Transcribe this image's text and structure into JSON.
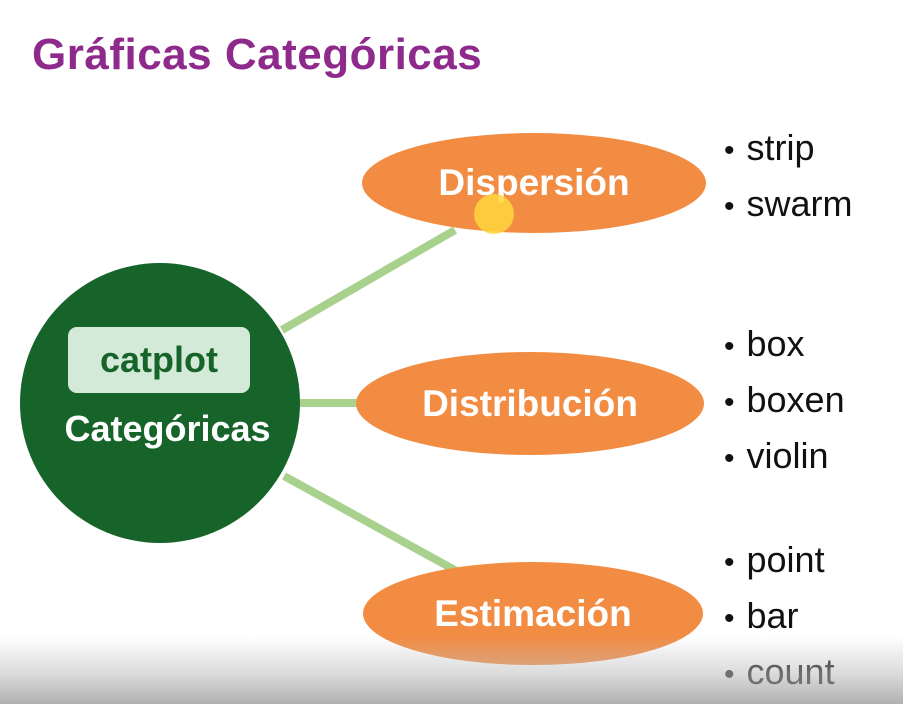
{
  "title": "Gráficas Categóricas",
  "hub": {
    "label": "catplot",
    "caption": "Categóricas"
  },
  "branches": [
    {
      "name": "Dispersión",
      "items": [
        "strip",
        "swarm"
      ]
    },
    {
      "name": "Distribución",
      "items": [
        "box",
        "boxen",
        "violin"
      ]
    },
    {
      "name": "Estimación",
      "items": [
        "point",
        "bar",
        "count"
      ]
    }
  ],
  "bullet_glyph": "•",
  "colors": {
    "title": "#8e2a8c",
    "hub": "#17642b",
    "hub_label_bg": "#d4ead8",
    "node": "#f28c43",
    "connector": "#a9d18e",
    "cursor_highlight": "#ffd63c"
  }
}
